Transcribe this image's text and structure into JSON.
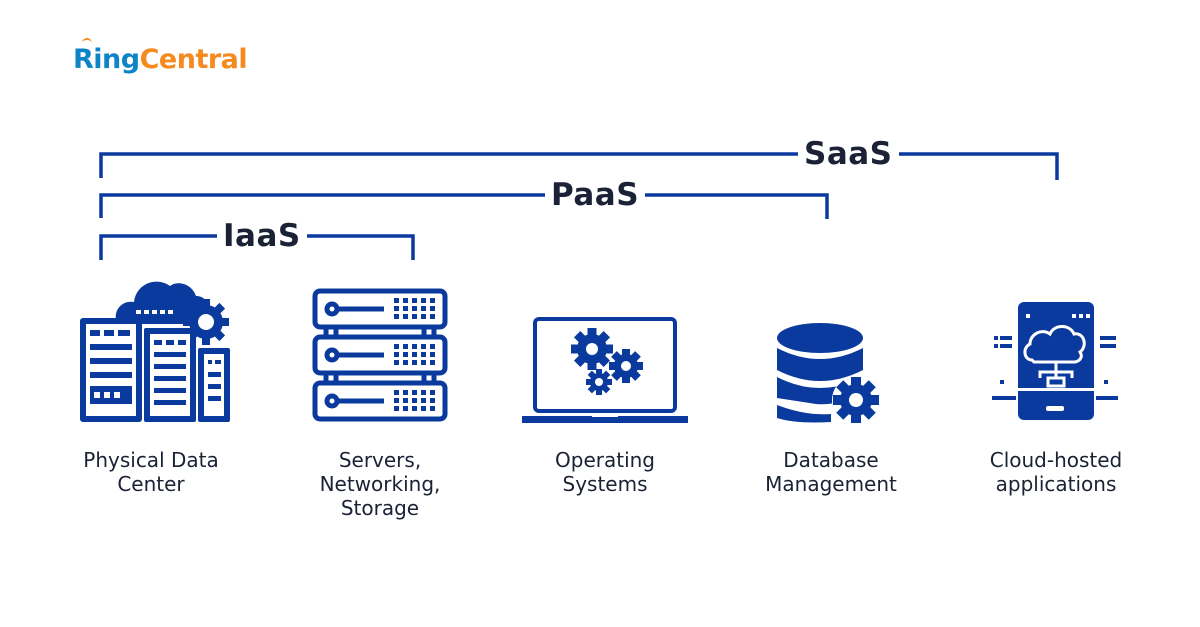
{
  "brand": {
    "logo_part1": "Ring",
    "logo_part2": "Central",
    "color_primary": "#0d84c6",
    "color_secondary": "#f58a1f"
  },
  "diagram": {
    "accent_color": "#0b3a9e",
    "brackets": [
      {
        "label": "SaaS",
        "spans": [
          "Physical Data Center",
          "Servers, Networking, Storage",
          "Operating Systems",
          "Database Management",
          "Cloud-hosted applications"
        ]
      },
      {
        "label": "PaaS",
        "spans": [
          "Physical Data Center",
          "Servers, Networking, Storage",
          "Operating Systems",
          "Database Management"
        ]
      },
      {
        "label": "IaaS",
        "spans": [
          "Physical Data Center",
          "Servers, Networking, Storage"
        ]
      }
    ],
    "items": [
      {
        "icon": "data-center-icon",
        "line1": "Physical Data",
        "line2": "Center",
        "line3": ""
      },
      {
        "icon": "server-rack-icon",
        "line1": "Servers,",
        "line2": "Networking,",
        "line3": "Storage"
      },
      {
        "icon": "laptop-gears-icon",
        "line1": "Operating",
        "line2": "Systems",
        "line3": ""
      },
      {
        "icon": "database-gear-icon",
        "line1": "Database",
        "line2": "Management",
        "line3": ""
      },
      {
        "icon": "cloud-tablet-icon",
        "line1": "Cloud-hosted",
        "line2": "applications",
        "line3": ""
      }
    ]
  }
}
